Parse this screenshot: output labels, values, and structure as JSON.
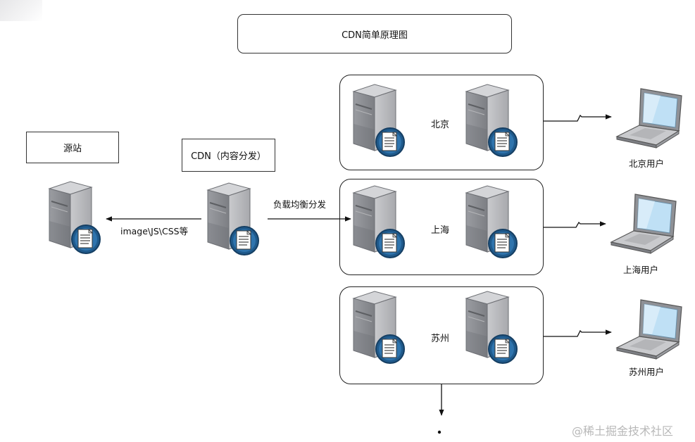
{
  "title": "CDN简单原理图",
  "origin": {
    "label": "源站"
  },
  "cdn": {
    "label": "CDN（内容分发）"
  },
  "edges": {
    "cdn_to_origin": "image\\JS\\CSS等",
    "load_balance": "负载均衡分发"
  },
  "regions": [
    {
      "city": "北京",
      "user": "北京用户"
    },
    {
      "city": "上海",
      "user": "上海用户"
    },
    {
      "city": "苏州",
      "user": "苏州用户"
    }
  ],
  "watermark": "@稀土掘金技术社区",
  "icons": {
    "server": "server-document-icon",
    "laptop": "laptop-icon"
  }
}
